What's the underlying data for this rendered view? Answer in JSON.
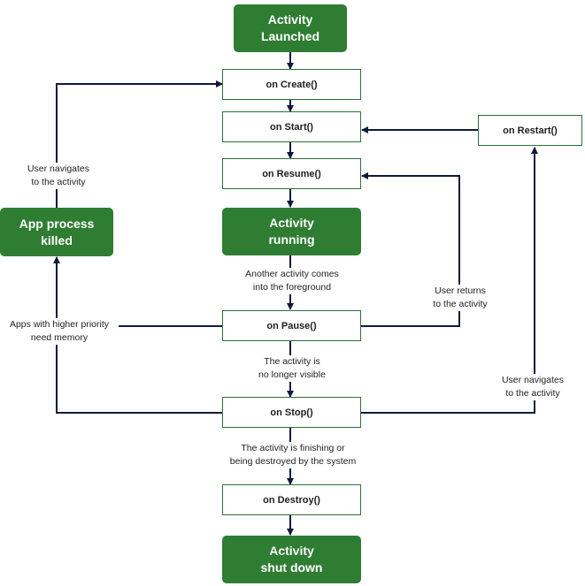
{
  "colors": {
    "milestone_fill": "#2e7d32",
    "milestone_text": "#ffffff",
    "state_border": "#2f6f3a",
    "connector": "#0f1a3a"
  },
  "milestones": {
    "launched": "Activity\nLaunched",
    "running": "Activity\nrunning",
    "killed": "App process\nkilled",
    "shutdown": "Activity\nshut down"
  },
  "states": {
    "create": "on Create()",
    "start": "on Start()",
    "resume": "on Resume()",
    "pause": "on Pause()",
    "stop": "on Stop()",
    "destroy": "on Destroy()",
    "restart": "on Restart()"
  },
  "transitions": {
    "navigates_to_create": "User navigates\nto the activity",
    "foreground": "Another activity comes\ninto the foreground",
    "user_returns": "User returns\nto the activity",
    "memory": "Apps with higher priority\nneed memory",
    "not_visible": "The activity is\nno longer visible",
    "navigates_to_restart": "User navigates\nto the activity",
    "finishing": "The activity is finishing or\nbeing destroyed by the system"
  }
}
